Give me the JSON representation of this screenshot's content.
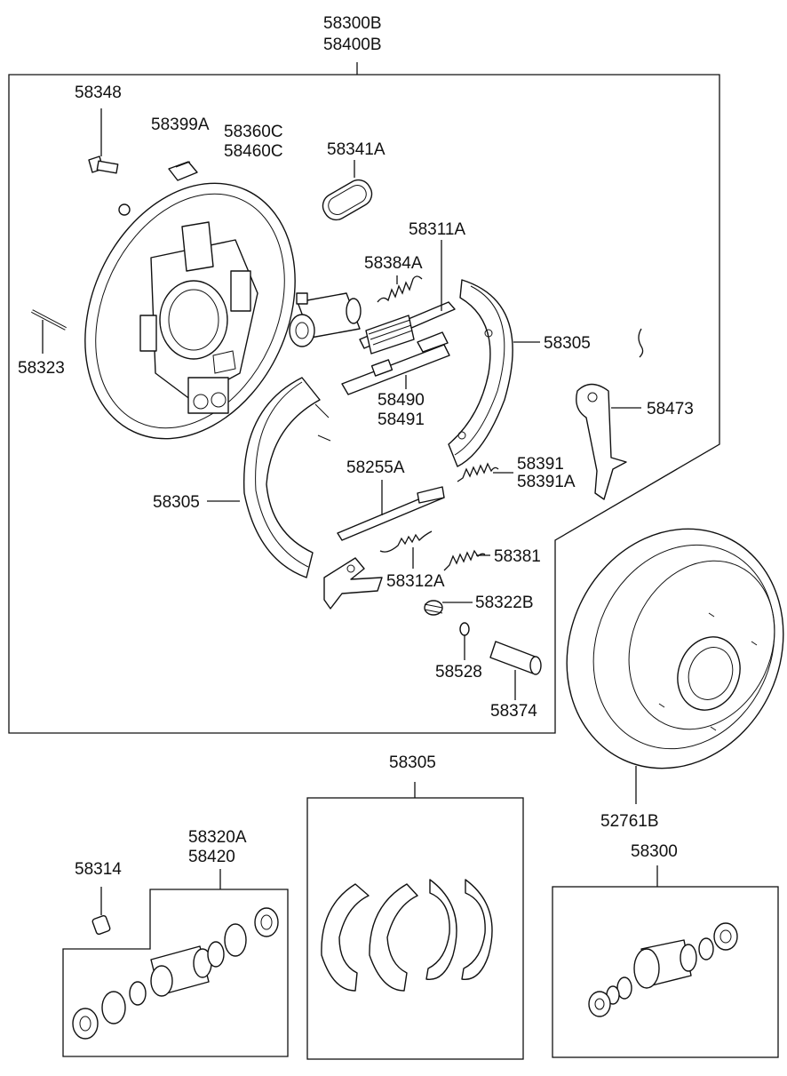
{
  "labels": {
    "assy_front": "58300B",
    "assy_rear": "58400B",
    "bolt": "58348",
    "plug": "58399A",
    "plate_1": "58360C",
    "plate_2": "58460C",
    "seal": "58341A",
    "strut": "58311A",
    "spring_upper": "58384A",
    "shoe_right": "58305",
    "lever_pin": "58473",
    "pin": "58323",
    "adjuster_1": "58490",
    "adjuster_2": "58491",
    "spring_lower_1": "58391",
    "spring_lower_2": "58391A",
    "shoe_left": "58305",
    "lever": "58255A",
    "spring_mid": "58381",
    "spring_small": "58312A",
    "spring_cup": "58322B",
    "washer": "58528",
    "sleeve": "58374",
    "shoe_kit": "58305",
    "drum": "52761B",
    "cyl_kit_1": "58320A",
    "cyl_kit_2": "58420",
    "bleeder": "58314",
    "cyl_kit_right": "58300"
  },
  "colors": {
    "line": "#111111",
    "background": "#ffffff"
  }
}
